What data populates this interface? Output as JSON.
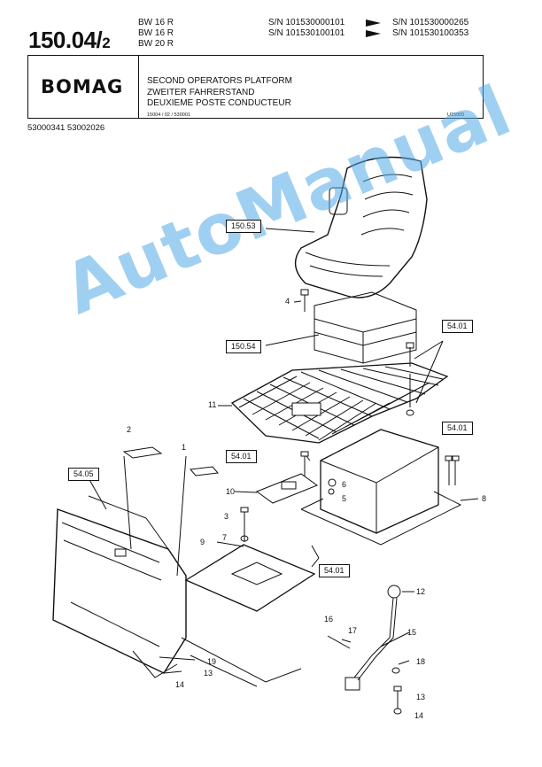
{
  "header": {
    "page_number": "150.04/",
    "page_sub": "2",
    "models": [
      "BW 16 R",
      "BW 16 R",
      "BW 20 R"
    ],
    "serials": [
      {
        "from": "S/N 101530000101",
        "to": "S/N 101530000265"
      },
      {
        "from": "S/N 101530100101",
        "to": "S/N 101530100353"
      }
    ]
  },
  "title_block": {
    "logo": "BOMAG",
    "titles": [
      "SECOND OPERATORS PLATFORM",
      "ZWEITER FAHRERSTAND",
      "DEUXIEME POSTE CONDUCTEUR"
    ],
    "ref_code": "15004 / 02 / 530001",
    "ref_right": "U15005"
  },
  "part_numbers": "53000341   53002026",
  "watermark": "AutoManual",
  "refs": [
    "150.53",
    "150.54",
    "54.01",
    "54.01",
    "54.05",
    "54.01",
    "54.01"
  ],
  "callouts": [
    "4",
    "11",
    "2",
    "1",
    "10",
    "6",
    "5",
    "8",
    "3",
    "7",
    "9",
    "12",
    "16",
    "17",
    "15",
    "18",
    "19",
    "13",
    "14",
    "13",
    "14"
  ]
}
